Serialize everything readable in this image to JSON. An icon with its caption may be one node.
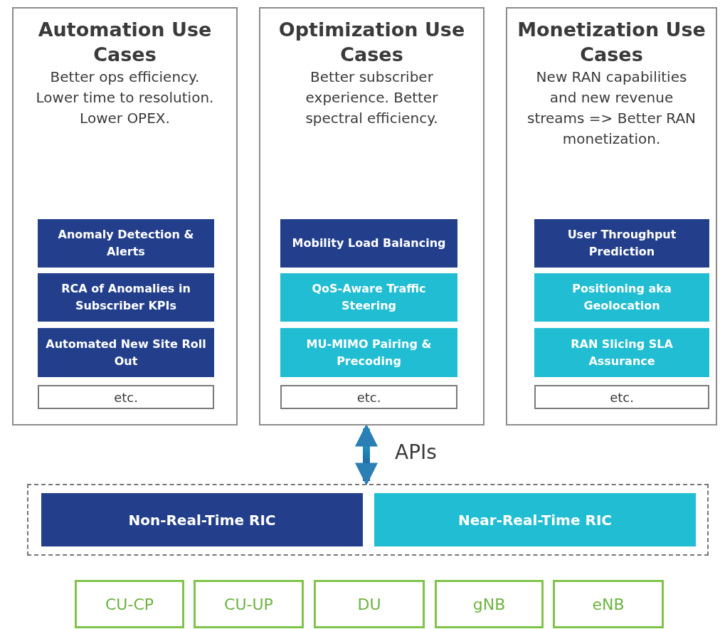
{
  "diagram": {
    "nodes": [
      {
        "text": [
          "Automation Use Cases",
          "Better ops efficiency. Lower time to resolution. Lower OPEX."
        ]
      },
      {
        "text": [
          "Anomaly Detection & Alerts"
        ],
        "in": 0
      },
      {
        "text": [
          "RCA of Anomalies in Subscriber KPIs"
        ],
        "in": 0
      },
      {
        "text": [
          "Automated New Site Roll Out"
        ],
        "in": 0
      },
      {
        "text": [
          "etc."
        ],
        "in": 0
      },
      {
        "text": [
          "Optimization Use Cases",
          "Better subscriber experience. Better spectral efficiency."
        ]
      },
      {
        "text": [
          "Mobility Load Balancing"
        ],
        "in": 5
      },
      {
        "text": [
          "QoS-Aware Traffic Steering"
        ],
        "in": 5
      },
      {
        "text": [
          "MU-MIMO Pairing & Precoding"
        ],
        "in": 5
      },
      {
        "text": [
          "etc."
        ],
        "in": 5
      },
      {
        "text": [
          "Monetization Use Cases",
          "New RAN capabilities and new revenue streams => Better RAN monetization."
        ]
      },
      {
        "text": [
          "User Throughput Prediction"
        ],
        "in": 10
      },
      {
        "text": [
          "Positioning aka Geolocation"
        ],
        "in": 10
      },
      {
        "text": [
          "RAN Slicing SLA Assurance"
        ],
        "in": 10
      },
      {
        "text": [
          "etc."
        ],
        "in": 10
      },
      {
        "text": [],
        "shape": "box"
      },
      {
        "text": [
          "Non-Real-Time RIC"
        ],
        "in": 15
      },
      {
        "text": [
          "Near-Real-Time RIC"
        ],
        "in": 15
      },
      {
        "text": [
          "CU-CP"
        ]
      },
      {
        "text": [
          "CU-UP"
        ]
      },
      {
        "text": [
          "DU"
        ]
      },
      {
        "text": [
          "gNB"
        ]
      },
      {
        "text": [
          "eNB"
        ]
      }
    ],
    "edges": [
      {
        "from": 5,
        "to": 15,
        "arrow": "both",
        "label": "APIs",
        "style": "thick"
      }
    ]
  }
}
